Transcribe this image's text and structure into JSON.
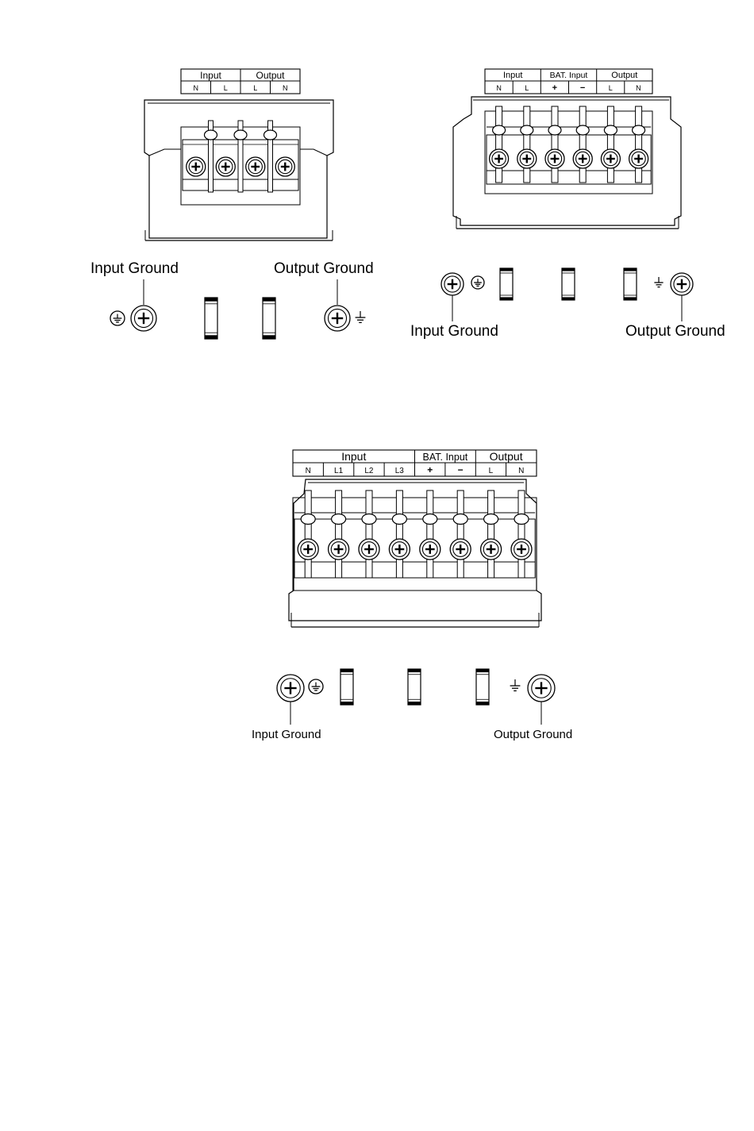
{
  "diagrams": [
    {
      "id": "d1",
      "header_groups": [
        "Input",
        "Output"
      ],
      "terminal_labels": [
        "N",
        "L",
        "L",
        "N"
      ],
      "input_ground_label": "Input Ground",
      "output_ground_label": "Output Ground"
    },
    {
      "id": "d2",
      "header_groups": [
        "Input",
        "BAT. Input",
        "Output"
      ],
      "terminal_labels": [
        "N",
        "L",
        "+",
        "−",
        "L",
        "N"
      ],
      "input_ground_label": "Input Ground",
      "output_ground_label": "Output Ground"
    },
    {
      "id": "d3",
      "header_groups": [
        "Input",
        "BAT. Input",
        "Output"
      ],
      "terminal_labels": [
        "N",
        "L1",
        "L2",
        "L3",
        "+",
        "−",
        "L",
        "N"
      ],
      "input_ground_label": "Input Ground",
      "output_ground_label": "Output Ground"
    }
  ],
  "icons": [
    "protective-earth-icon",
    "ground-icon",
    "screw-terminal-icon",
    "fuse-link-icon"
  ]
}
